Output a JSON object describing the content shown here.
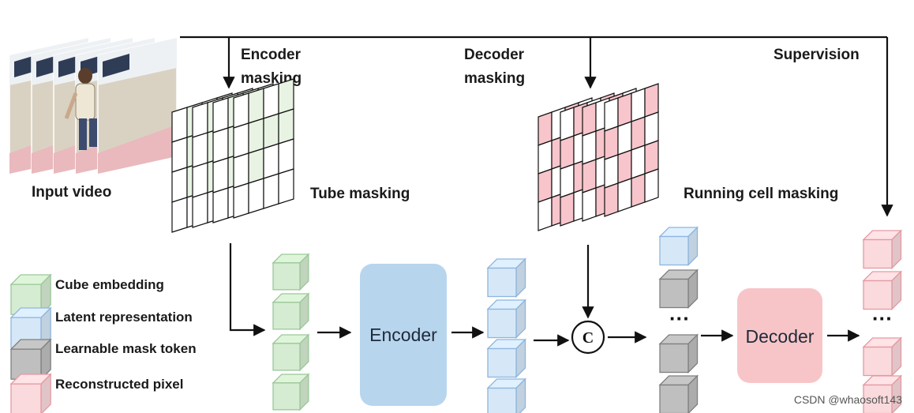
{
  "labels": {
    "input_video": "Input video",
    "encoder_masking_1": "Encoder",
    "encoder_masking_2": "masking",
    "decoder_masking_1": "Decoder",
    "decoder_masking_2": "masking",
    "supervision": "Supervision",
    "tube_masking": "Tube masking",
    "running_cell_masking": "Running cell masking",
    "encoder_block": "Encoder",
    "decoder_block": "Decoder",
    "concat_symbol": "C",
    "ellipsis_middle": "···",
    "ellipsis_right": "···",
    "watermark": "CSDN @whaosoft143"
  },
  "legend": [
    {
      "label": "Cube embedding",
      "color": "#d6ecd2",
      "edge": "#9cc79a"
    },
    {
      "label": "Latent representation",
      "color": "#d6e8f8",
      "edge": "#8fb5dc"
    },
    {
      "label": "Learnable mask token",
      "color": "#bfbfbf",
      "edge": "#7f7f7f"
    },
    {
      "label": "Reconstructed pixel",
      "color": "#fadadd",
      "edge": "#e39aa2"
    }
  ],
  "colors": {
    "encoder_block": "#b8d5ee",
    "decoder_block": "#f7c5c8",
    "green_cube": "#d6ecd2",
    "blue_cube": "#d6e8f8",
    "gray_cube": "#bfbfbf",
    "pink_cube": "#fadadd",
    "pink_cell": "#f7c5cb",
    "green_cell": "#e8f3e3",
    "arrow": "#111111"
  },
  "icons": {
    "concat": "circled-c-icon",
    "arrow": "arrow-icon"
  }
}
